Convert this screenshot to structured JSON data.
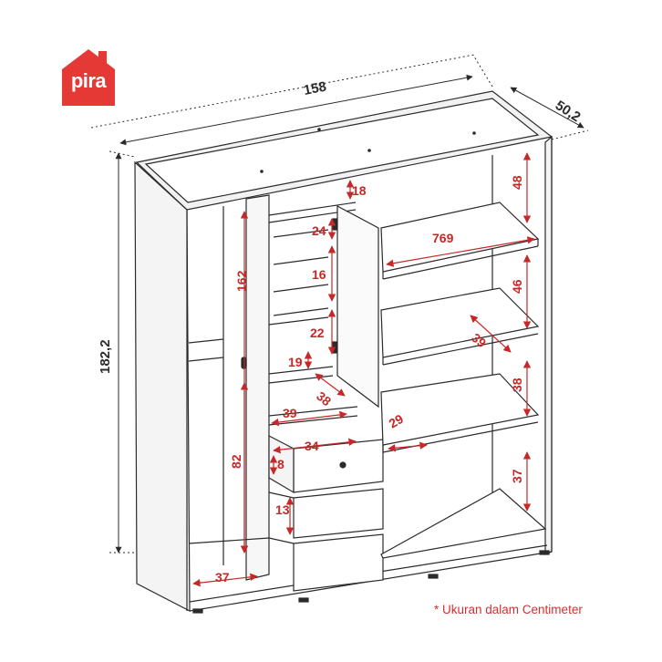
{
  "brand": {
    "name": "pira",
    "color": "#e53935"
  },
  "colors": {
    "line": "#2b2b2b",
    "dim": "#d32f2f",
    "accent": "#c62828"
  },
  "overall": {
    "width": "158",
    "depth": "50,2",
    "height": "182,2"
  },
  "dims": {
    "top_shelf_clear": "18",
    "glass_24": "24",
    "glass_16": "16",
    "glass_22": "22",
    "small_19": "19",
    "small_38": "38",
    "small_39": "39",
    "drawer_width": "34",
    "drawer_8": "8",
    "drawer_13": "13",
    "hang_left_162": "162",
    "hang_82": "82",
    "hang_width_37": "37",
    "right_width_769": "769",
    "shelf_depth_39": "39",
    "shelf_depth_29": "29",
    "right_48": "48",
    "right_46": "46",
    "right_38": "38",
    "right_37": "37"
  },
  "note": "* Ukuran dalam Centimeter"
}
